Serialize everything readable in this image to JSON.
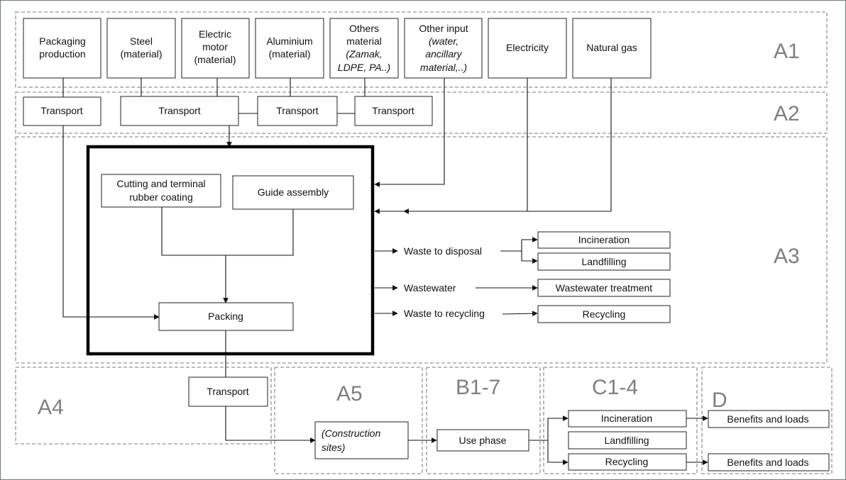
{
  "zones": {
    "a1": "A1",
    "a2": "A2",
    "a3": "A3",
    "a4": "A4",
    "a5": "A5",
    "b": "B1-7",
    "c": "C1-4",
    "d": "D"
  },
  "inputs": {
    "packaging": [
      "Packaging",
      "production"
    ],
    "steel": [
      "Steel",
      "(material)"
    ],
    "motor": [
      "Electric",
      "motor",
      "(material)"
    ],
    "aluminium": [
      "Aluminium",
      "(material)"
    ],
    "others": [
      "Others",
      "material"
    ],
    "others_italic": [
      "(Zamak,",
      "LDPE, PA..)"
    ],
    "other_input": "Other input",
    "other_input_italic": [
      "(water,",
      "ancillary",
      "material,..)"
    ],
    "electricity": "Electricity",
    "natural_gas": "Natural gas"
  },
  "transport": {
    "t1": "Transport",
    "t2": "Transport",
    "t3": "Transport",
    "t4": "Transport",
    "t5": "Transport"
  },
  "process": {
    "cutting": [
      "Cutting and terminal",
      "rubber coating"
    ],
    "guide": "Guide assembly",
    "packing": "Packing"
  },
  "outputs": {
    "waste_disposal": "Waste to disposal",
    "wastewater": "Wastewater",
    "waste_recycling": "Waste to recycling",
    "incineration": "Incineration",
    "landfilling": "Landfilling",
    "wastewater_treatment": "Wastewater treatment",
    "recycling": "Recycling"
  },
  "downstream": {
    "construction": [
      "(Construction",
      "sites)"
    ],
    "use_phase": "Use phase",
    "c_incineration": "Incineration",
    "c_landfilling": "Landfilling",
    "c_recycling": "Recycling",
    "benefits1": "Benefits and loads",
    "benefits2": "Benefits and loads"
  }
}
